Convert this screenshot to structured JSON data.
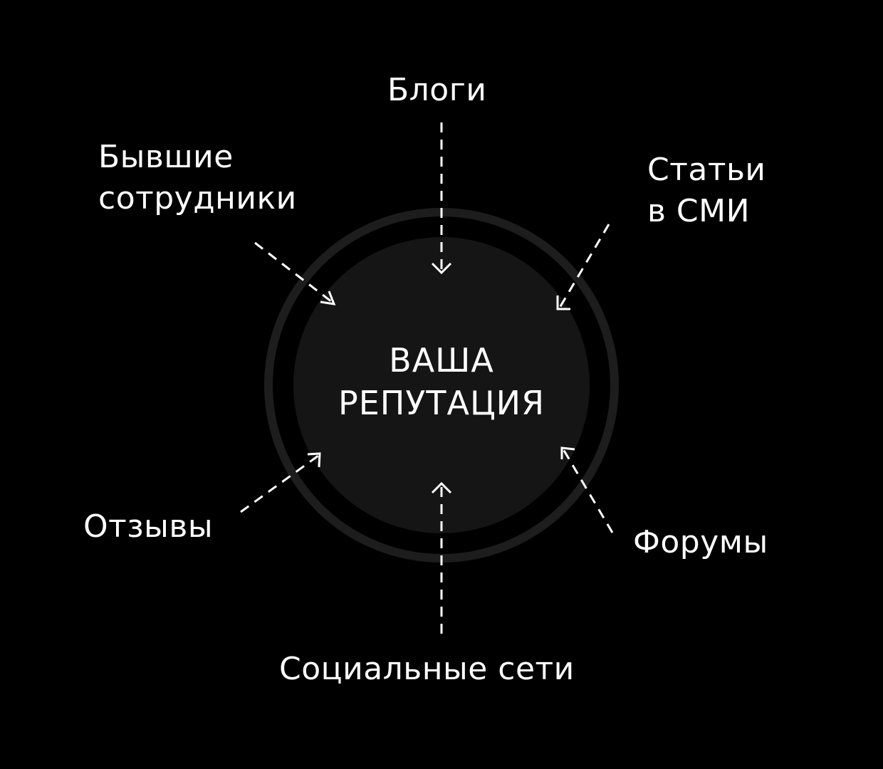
{
  "center": {
    "line1": "ВАША",
    "line2": "РЕПУТАЦИЯ"
  },
  "sources": {
    "blogs": "Блоги",
    "ex_employees_line1": "Бывшие",
    "ex_employees_line2": "сотрудники",
    "media_line1": "Статьи",
    "media_line2": "в СМИ",
    "reviews": "Отзывы",
    "forums": "Форумы",
    "social": "Социальные сети"
  },
  "colors": {
    "background": "#000000",
    "outer_ring": "#1d1d1d",
    "inner_circle": "#151515",
    "text": "#ffffff",
    "arrows": "#ffffff"
  }
}
